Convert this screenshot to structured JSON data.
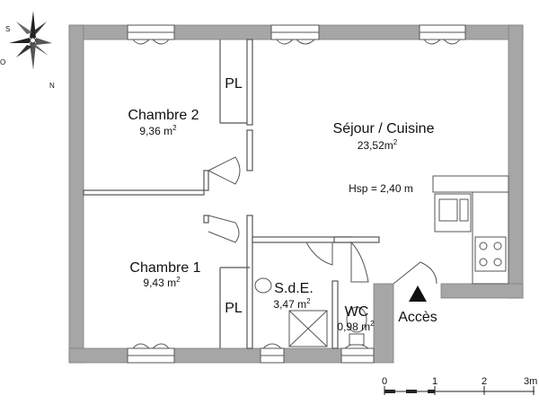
{
  "rooms": {
    "chambre2": {
      "name": "Chambre 2",
      "area": "9,36 m",
      "sup": "2"
    },
    "chambre1": {
      "name": "Chambre 1",
      "area": "9,43 m",
      "sup": "2"
    },
    "sejour": {
      "name": "Séjour / Cuisine",
      "area": "23,52m",
      "sup": "2",
      "ceiling_height": "Hsp = 2,40 m"
    },
    "sde": {
      "name": "S.d.E.",
      "area": "3,47 m",
      "sup": "2"
    },
    "wc": {
      "name": "WC",
      "area": "0,98 m",
      "sup": "2"
    },
    "placard_top": {
      "name": "PL"
    },
    "placard_bottom": {
      "name": "PL"
    }
  },
  "entrance": {
    "label": "Accès"
  },
  "scale": {
    "ticks": [
      "0",
      "1",
      "2",
      "3m"
    ]
  },
  "compass": {
    "letters": [
      "S",
      "O",
      "N"
    ]
  },
  "colors": {
    "wall": "#a6a6a6",
    "wall_edge": "#7d7d7d",
    "line": "#555555",
    "text": "#111111"
  }
}
